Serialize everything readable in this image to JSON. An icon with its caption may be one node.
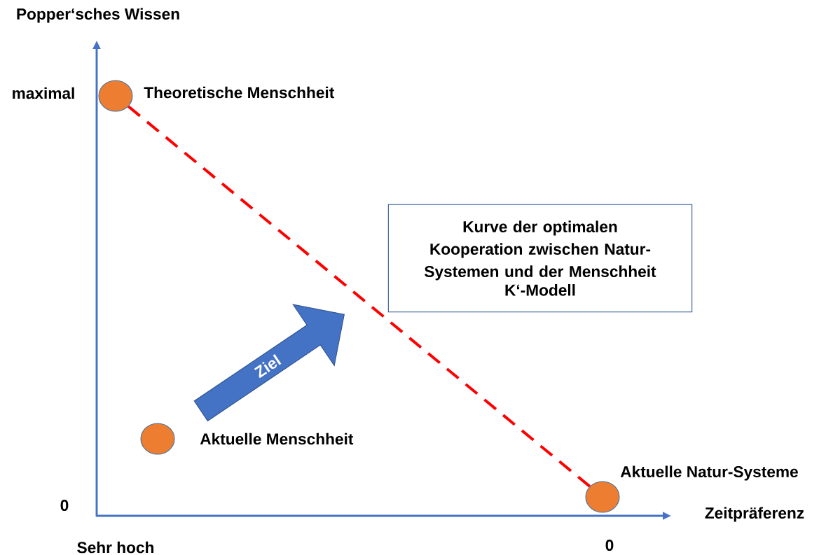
{
  "diagram": {
    "nodes": [
      {
        "text": [],
        "shape": "circle",
        "beside": [
          "Theoretische Menschheit"
        ]
      },
      {
        "text": [],
        "shape": "circle"
      },
      {
        "text": [],
        "shape": "circle",
        "beside": [
          "Aktuelle Natur-Systeme"
        ]
      },
      {
        "text": [
          "Kurve der optimalen Kooperation zwischen Natur-Systemen und der Menschheit",
          "K‘-Modell"
        ]
      },
      {
        "text": [
          "Ziel"
        ]
      }
    ],
    "edges": [
      {
        "from": 0,
        "to": 2,
        "arrow": "none",
        "style": "dashed",
        "color": "#ff0000"
      }
    ],
    "labels": [
      "Popper‘sches Wissen",
      "maximal",
      "Aktuelle Menschheit",
      "0",
      "Zeitpräferenz",
      "Sehr hoch",
      "0"
    ]
  }
}
